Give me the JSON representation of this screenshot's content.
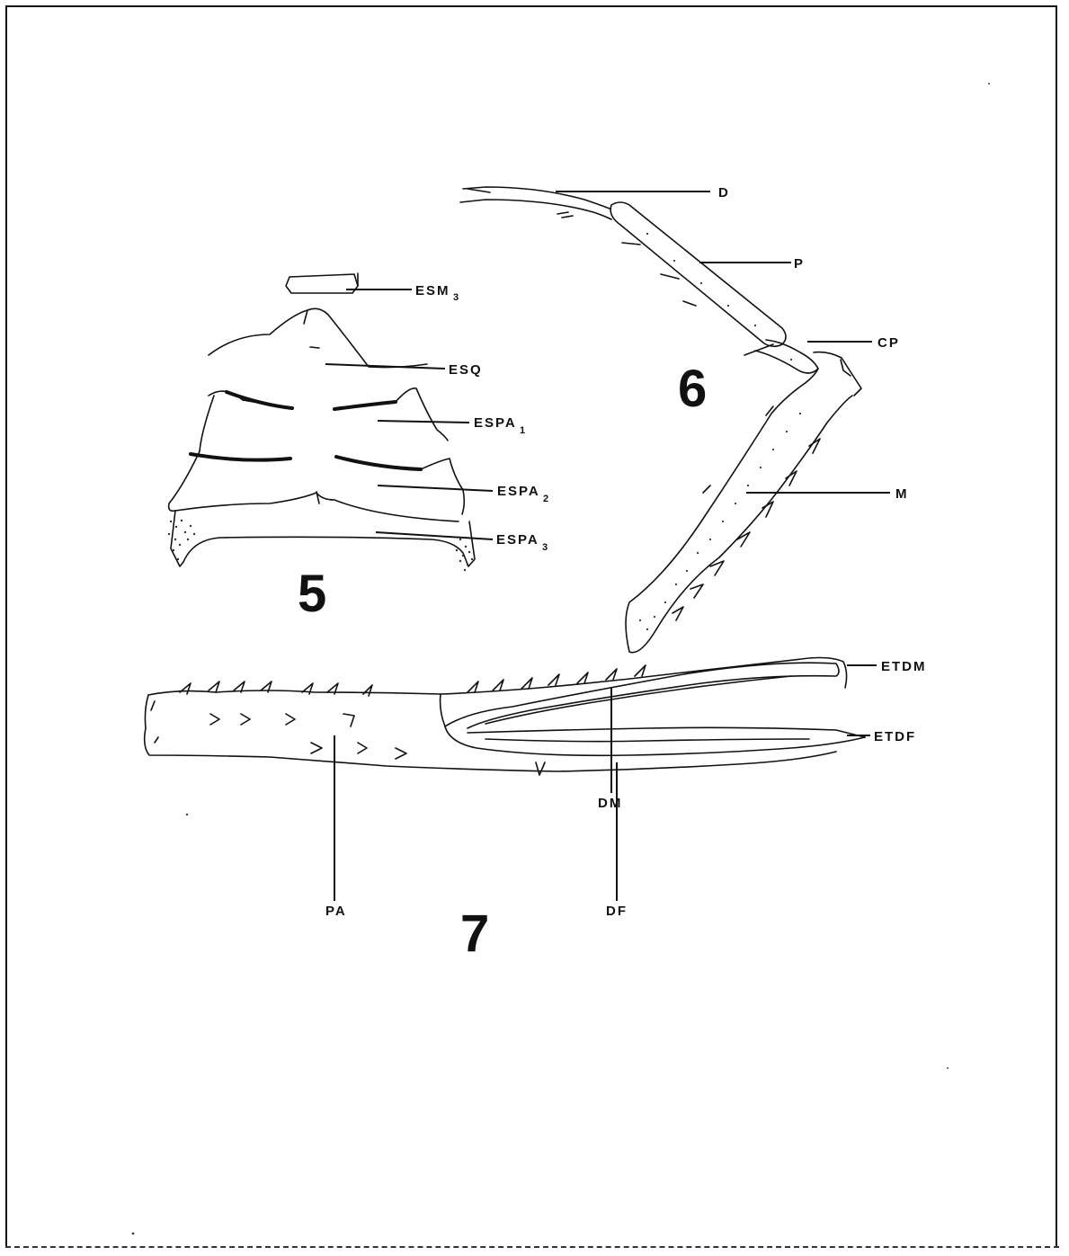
{
  "figures": {
    "fig5": {
      "number": "5",
      "labels": {
        "esm": "ESM",
        "esm_sub": "3",
        "esq": "ESQ",
        "espa1": "ESPA",
        "espa1_sub": "1",
        "espa2": "ESPA",
        "espa2_sub": "2",
        "espa3": "ESPA",
        "espa3_sub": "3"
      }
    },
    "fig6": {
      "number": "6",
      "labels": {
        "d": "D",
        "p": "P",
        "cp": "CP",
        "m": "M"
      }
    },
    "fig7": {
      "number": "7",
      "labels": {
        "dm": "DM",
        "etdm": "ETDM",
        "etdf": "ETDF",
        "pa": "PA",
        "df": "DF"
      }
    }
  }
}
